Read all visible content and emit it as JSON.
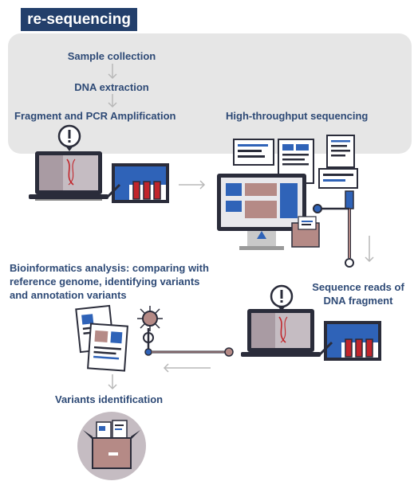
{
  "header": {
    "title": "re-sequencing"
  },
  "steps": {
    "sample_collection": "Sample collection",
    "dna_extraction": "DNA extraction",
    "fragment_pcr": "Fragment and PCR Amplification",
    "ht_sequencing": "High-throughput sequencing",
    "sequence_reads": [
      "Sequence reads of",
      "DNA fragment"
    ],
    "bioinformatics": [
      "Bioinformatics analysis: comparing with",
      "reference genome, identifying variants",
      "and annotation variants"
    ],
    "variants_identification": "Variants identification"
  },
  "colors": {
    "navy": "#233f6b",
    "blue": "#2f63b8",
    "dark": "#2a2c3a",
    "mauve": "#b58a86",
    "grey": "#e6e6e6",
    "arrow": "#b8b8b8",
    "red": "#c2252b"
  }
}
